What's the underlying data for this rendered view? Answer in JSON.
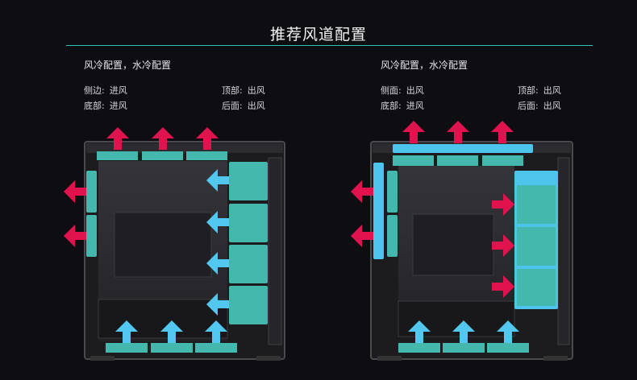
{
  "title": "推荐风道配置",
  "configs": [
    {
      "heading": "风冷配置，水冷配置",
      "side": {
        "label": "侧边:",
        "value": "进风"
      },
      "top": {
        "label": "顶部:",
        "value": "出风"
      },
      "bottom": {
        "label": "底部:",
        "value": "进风"
      },
      "rear": {
        "label": "后面:",
        "value": "出风"
      }
    },
    {
      "heading": "风冷配置，水冷配置",
      "side": {
        "label": "侧面:",
        "value": "出风"
      },
      "top": {
        "label": "顶部:",
        "value": "出风"
      },
      "bottom": {
        "label": "底部:",
        "value": "进风"
      },
      "rear": {
        "label": "后面:",
        "value": "出风"
      }
    }
  ],
  "colors": {
    "accent_line": "#2ec6b4",
    "fan": "#45b8ae",
    "radiator": "#4cc4ec",
    "intake_arrow": "#52c8f0",
    "exhaust_arrow": "#e0134f",
    "case_body": "#2b2b2e"
  }
}
